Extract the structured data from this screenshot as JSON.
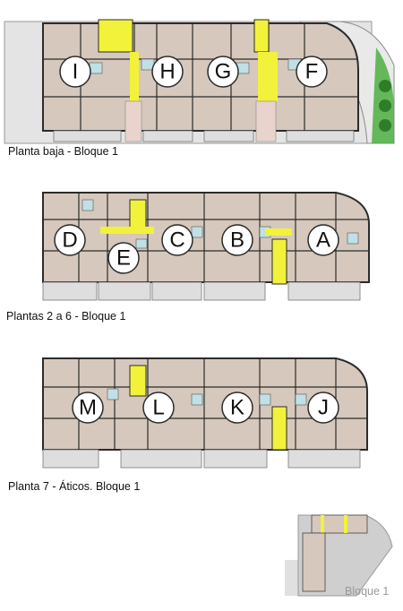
{
  "floors": [
    {
      "caption": "Planta baja - Bloque 1",
      "units": [
        "I",
        "H",
        "G",
        "F"
      ]
    },
    {
      "caption": "Plantas 2 a 6 - Bloque 1",
      "units": [
        "D",
        "E",
        "C",
        "B",
        "A"
      ]
    },
    {
      "caption": "Planta 7 - Áticos. Bloque 1",
      "units": [
        "M",
        "L",
        "K",
        "J"
      ]
    }
  ],
  "keymap": {
    "label": "Bloque 1"
  },
  "colors": {
    "room_floor": "#d6c8bc",
    "terrace": "#dedede",
    "circulation": "#ece9e6",
    "core_highlight": "#f2f23a",
    "bathroom": "#bfe0e6",
    "wall": "#2b2b2b",
    "garden": "#4caf3f",
    "street": "#e4e4e4"
  }
}
